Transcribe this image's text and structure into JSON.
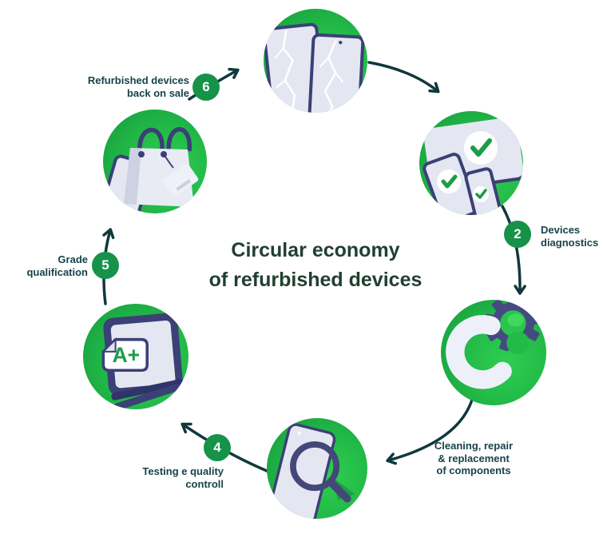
{
  "title": {
    "lines": [
      "Circular economy",
      "of refurbished devices"
    ]
  },
  "steps": [
    {
      "id": "damaged-devices",
      "icon": "cracked-devices-icon",
      "number": "",
      "label_lines": []
    },
    {
      "id": "devices-diagnostics",
      "icon": "checked-devices-icon",
      "number": "2",
      "label_lines": [
        "Devices",
        "diagnostics"
      ]
    },
    {
      "id": "cleaning-repair",
      "icon": "wrench-gear-icon",
      "number": "",
      "label_lines": [
        "Cleaning, repair",
        "& replacement",
        "of components"
      ]
    },
    {
      "id": "testing-quality",
      "icon": "magnifier-phone-icon",
      "number": "4",
      "label_lines": [
        "Testing e quality",
        "controll"
      ]
    },
    {
      "id": "grade-qualification",
      "icon": "grade-a-plus-icon",
      "number": "5",
      "label_lines": [
        "Grade",
        "qualification"
      ]
    },
    {
      "id": "back-on-sale",
      "icon": "shopping-bag-icon",
      "number": "6",
      "label_lines": [
        "Refurbished devices",
        "back on sale"
      ]
    }
  ],
  "grade_card_text": "A+",
  "colors": {
    "circle_green_bright": "#2ecd50",
    "circle_green_dark": "#14993d",
    "badge_green": "#169249",
    "check_green": "#1b9c4a",
    "arrow_teal": "#10383d",
    "label_teal": "#17434a",
    "title_green": "#204031",
    "device_navy": "#3b4076",
    "device_gray": "#e4e7f1"
  }
}
